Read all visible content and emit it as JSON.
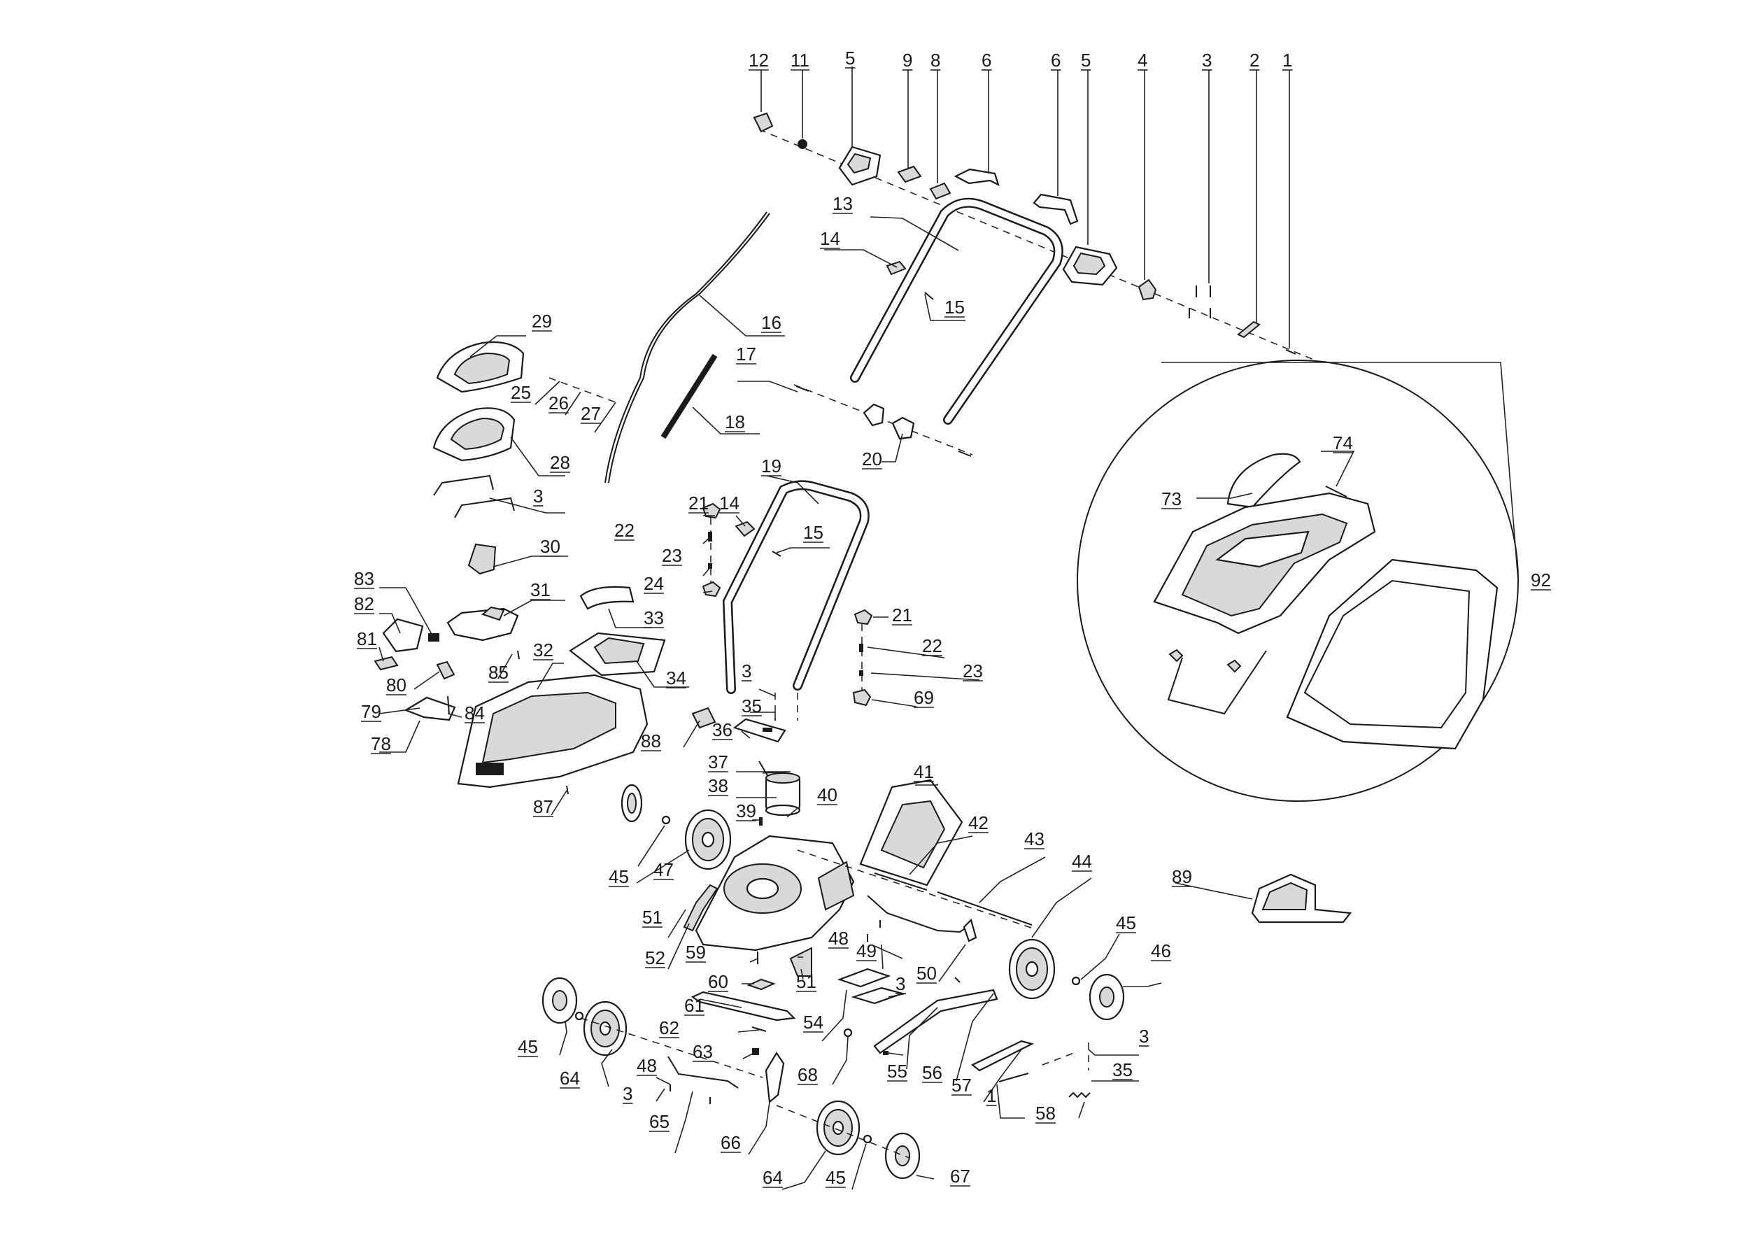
{
  "callouts": [
    "1",
    "2",
    "3",
    "4",
    "5",
    "6",
    "8",
    "9",
    "11",
    "12",
    "13",
    "14",
    "15",
    "16",
    "17",
    "18",
    "19",
    "20",
    "21",
    "22",
    "23",
    "24",
    "25",
    "26",
    "27",
    "28",
    "29",
    "30",
    "31",
    "32",
    "33",
    "34",
    "35",
    "36",
    "37",
    "38",
    "39",
    "40",
    "41",
    "42",
    "43",
    "44",
    "45",
    "46",
    "47",
    "48",
    "49",
    "50",
    "51",
    "52",
    "54",
    "55",
    "56",
    "57",
    "58",
    "59",
    "60",
    "61",
    "62",
    "63",
    "64",
    "65",
    "66",
    "67",
    "68",
    "69",
    "73",
    "74",
    "78",
    "79",
    "80",
    "81",
    "82",
    "83",
    "84",
    "85",
    "87",
    "88",
    "89",
    "92"
  ]
}
